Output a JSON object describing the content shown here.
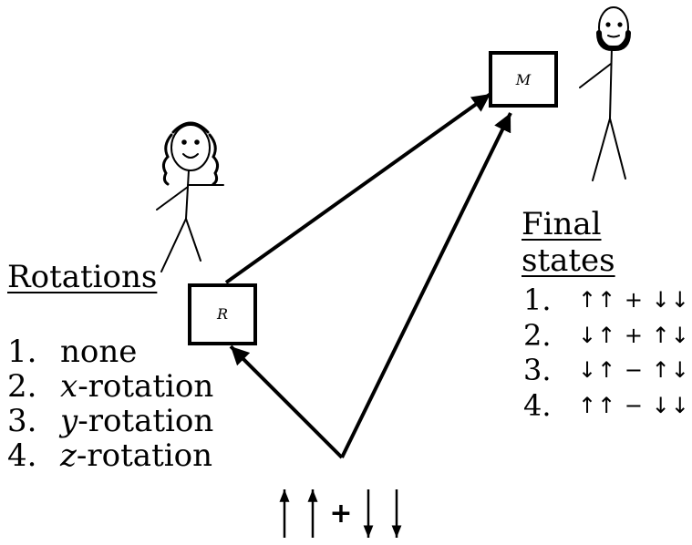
{
  "nodes": {
    "measurement": {
      "label": "M"
    },
    "rotation": {
      "label": "R"
    }
  },
  "rotations": {
    "title": "Rotations",
    "items": [
      {
        "num": "1.",
        "pre": "",
        "axis": "",
        "text": "none"
      },
      {
        "num": "2.",
        "pre": "",
        "axis": "x",
        "text": "-rotation"
      },
      {
        "num": "3.",
        "pre": "",
        "axis": "y",
        "text": "-rotation"
      },
      {
        "num": "4.",
        "pre": "",
        "axis": "z",
        "text": "-rotation"
      }
    ]
  },
  "final_states": {
    "title": "Final states",
    "items": [
      {
        "num": "1.",
        "state": "↑↑ + ↓↓"
      },
      {
        "num": "2.",
        "state": "↓↑ + ↑↓"
      },
      {
        "num": "3.",
        "state": "↓↑ − ↑↓"
      },
      {
        "num": "4.",
        "state": "↑↑ − ↓↓"
      }
    ]
  },
  "source": {
    "operator": "+"
  }
}
